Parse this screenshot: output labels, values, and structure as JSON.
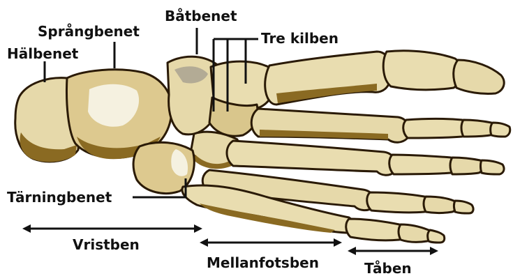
{
  "labels": {
    "calcaneus": "Hälbenet",
    "talus": "Språngbenet",
    "navicular": "Båtbenet",
    "cuneiforms": "Tre kilben",
    "cuboid": "Tärningbenet",
    "tarsals": "Vristben",
    "metatarsals": "Mellanfotsben",
    "phalanges": "Tåben"
  },
  "colors": {
    "bone_light": "#e9ddb0",
    "bone_mid": "#d6c38a",
    "bone_shadow": "#8a6a22",
    "bone_dark": "#2a1a06",
    "highlight": "#f7f3e2",
    "grey_patch": "#b3ab95",
    "line": "#111111"
  }
}
